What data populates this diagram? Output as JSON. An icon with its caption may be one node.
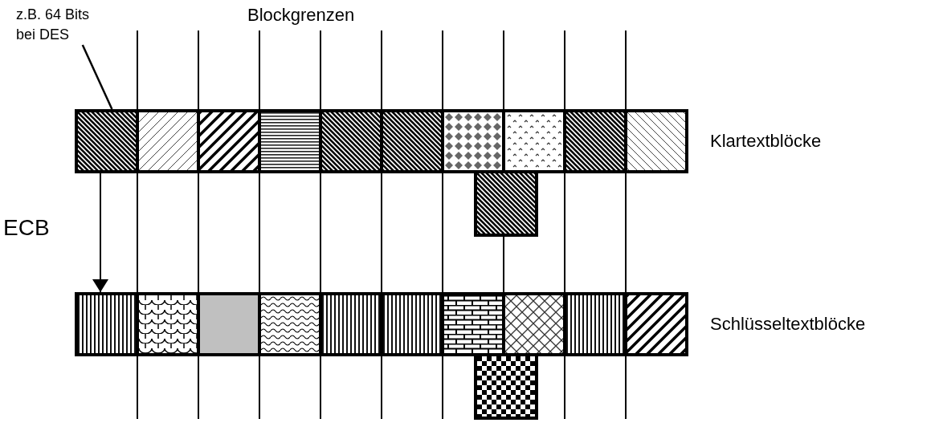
{
  "diagram": {
    "nodes": [
      {
        "text": [
          "z.B. 64 Bits bei DES"
        ]
      },
      {
        "text": [],
        "shape": "box"
      },
      {
        "text": [],
        "shape": "box"
      },
      {
        "text": [],
        "shape": "box"
      },
      {
        "text": [],
        "shape": "box"
      },
      {
        "text": [],
        "shape": "box"
      },
      {
        "text": [],
        "shape": "box"
      },
      {
        "text": [],
        "shape": "box"
      },
      {
        "text": [],
        "shape": "box"
      },
      {
        "text": [],
        "shape": "box"
      },
      {
        "text": [],
        "shape": "box"
      },
      {
        "text": [],
        "shape": "box"
      },
      {
        "text": [],
        "shape": "box"
      },
      {
        "text": [],
        "shape": "box"
      },
      {
        "text": [],
        "shape": "box"
      },
      {
        "text": [],
        "shape": "box"
      },
      {
        "text": [],
        "shape": "box"
      },
      {
        "text": [],
        "shape": "box"
      },
      {
        "text": [],
        "shape": "box"
      },
      {
        "text": [],
        "shape": "box"
      },
      {
        "text": [],
        "shape": "box"
      },
      {
        "text": [],
        "shape": "box"
      },
      {
        "text": [],
        "shape": "box"
      }
    ],
    "edges": [
      {
        "from": 0,
        "to": 1,
        "arrow": "none"
      },
      {
        "from": 1,
        "to": 12,
        "arrow": "to",
        "label": "ECB"
      }
    ],
    "labels": [
      "Blockgrenzen",
      "Klartextblöcke",
      "Schlüsseltextblöcke"
    ]
  }
}
